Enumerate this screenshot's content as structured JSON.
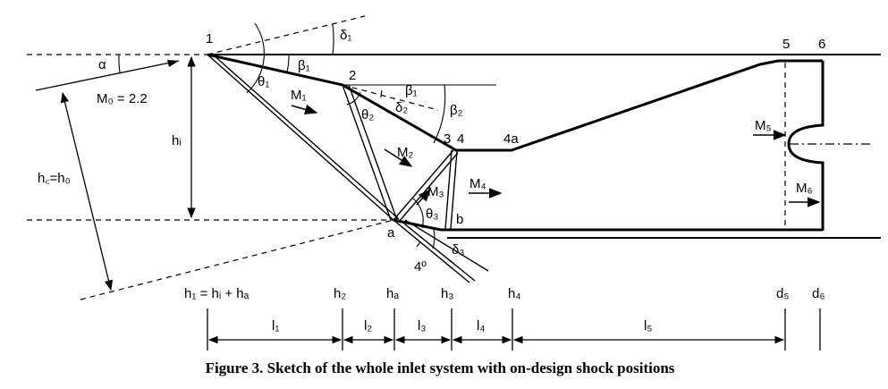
{
  "figure": {
    "caption": "Figure 3.  Sketch of the whole inlet system with on-design shock positions"
  },
  "points": {
    "p1": "1",
    "p2": "2",
    "p3": "3",
    "p4": "4",
    "p4a": "4a",
    "p5": "5",
    "p6": "6",
    "pa": "a",
    "pb": "b"
  },
  "angles": {
    "alpha": "α",
    "delta1": "δ₁",
    "beta1": "β₁",
    "theta1": "θ₁",
    "beta1b": "β₁",
    "delta2": "δ₂",
    "theta2": "θ₂",
    "beta2": "β₂",
    "theta3": "θ₃",
    "delta3": "δ₃",
    "four_deg": "4º"
  },
  "flow": {
    "m0": "M₀ = 2.2",
    "m1": "M₁",
    "m2": "M₂",
    "m3": "M₃",
    "m4": "M₄",
    "m5": "M₅",
    "m6": "M₆"
  },
  "heights": {
    "hi": "hᵢ",
    "hc": "h꜀=h₀"
  },
  "stations": {
    "h1": "h₁ = hᵢ + hₐ",
    "h2": "h₂",
    "ha": "hₐ",
    "h3": "h₃",
    "h4": "h₄",
    "d5": "d₅",
    "d6": "d₆"
  },
  "lengths": {
    "l1": "l₁",
    "l2": "l₂",
    "l3": "l₃",
    "l4": "l₄",
    "l5": "l₅"
  }
}
